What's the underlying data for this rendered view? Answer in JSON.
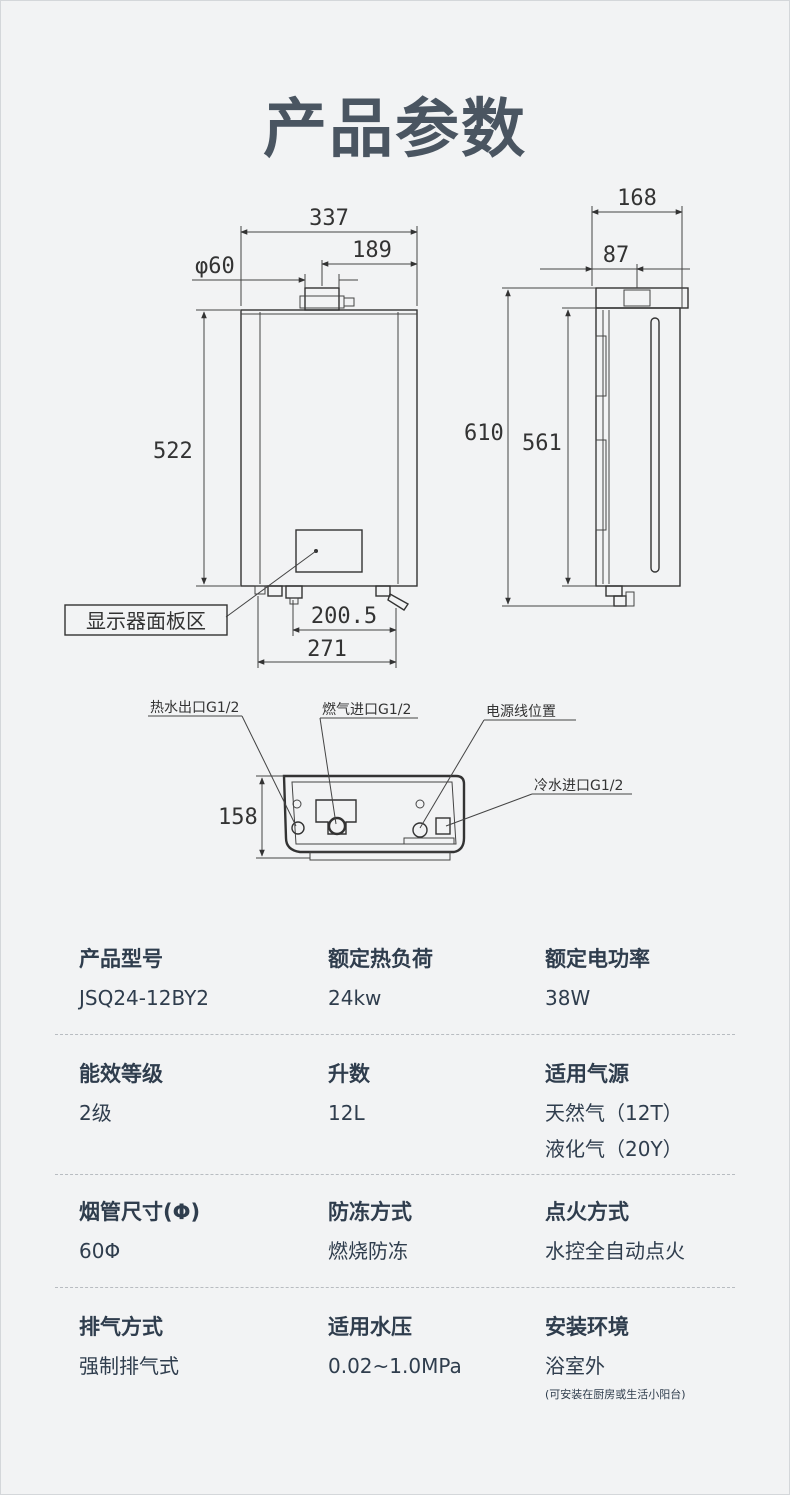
{
  "title": "产品参数",
  "diagram": {
    "front": {
      "width": "337",
      "flue_offset": "189",
      "flue_diameter": "φ60",
      "height": "522",
      "connection_span": "200.5",
      "base_width": "271",
      "panel_label": "显示器面板区"
    },
    "side": {
      "depth": "168",
      "flue_depth": "87",
      "total_height": "610",
      "body_height": "561"
    },
    "bottom": {
      "depth": "158",
      "hot_water_outlet": "热水出口G1/2",
      "gas_inlet": "燃气进口G1/2",
      "power_cord": "电源线位置",
      "cold_water_inlet": "冷水进口G1/2"
    }
  },
  "specs": [
    [
      {
        "label": "产品型号",
        "value": [
          "JSQ24-12BY2"
        ]
      },
      {
        "label": "额定热负荷",
        "value": [
          "24kw"
        ]
      },
      {
        "label": "额定电功率",
        "value": [
          "38W"
        ]
      }
    ],
    [
      {
        "label": "能效等级",
        "value": [
          "2级"
        ]
      },
      {
        "label": "升数",
        "value": [
          "12L"
        ]
      },
      {
        "label": "适用气源",
        "value": [
          "天然气（12T）",
          "液化气（20Y）"
        ]
      }
    ],
    [
      {
        "label": "烟管尺寸(Φ)",
        "value": [
          "60Φ"
        ]
      },
      {
        "label": "防冻方式",
        "value": [
          "燃烧防冻"
        ]
      },
      {
        "label": "点火方式",
        "value": [
          "水控全自动点火"
        ]
      }
    ],
    [
      {
        "label": "排气方式",
        "value": [
          "强制排气式"
        ]
      },
      {
        "label": "适用水压",
        "value": [
          "0.02~1.0MPa"
        ]
      },
      {
        "label": "安装环境",
        "value": [
          "浴室外"
        ],
        "note": "(可安装在厨房或生活小阳台)"
      }
    ]
  ]
}
